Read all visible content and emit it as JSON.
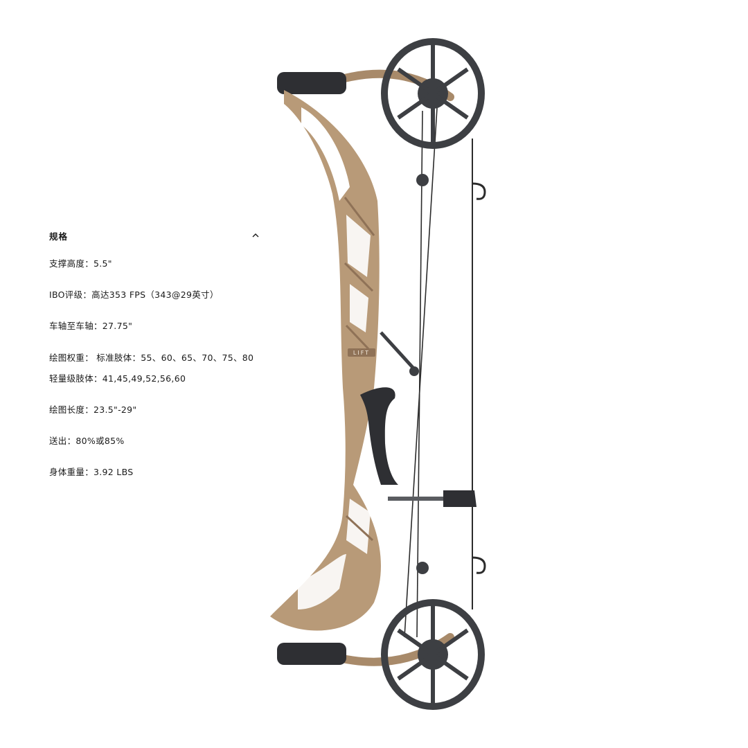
{
  "specs": {
    "title": "规格",
    "items": [
      "支撑高度：5.5\"",
      "IBO评级：高达353 FPS（343@29英寸）",
      "车轴至车轴：27.75\"",
      "绘图权重： 标准肢体：55、60、65、70、75、80",
      "轻量级肢体：41,45,49,52,56,60",
      "绘图长度：23.5\"-29\"",
      "送出：80%或85%",
      "身体重量：3.92 LBS"
    ]
  },
  "product": {
    "riser_label": "LIFT",
    "colors": {
      "riser": "#b89a78",
      "riser_shadow": "#8f7257",
      "cam": "#3d3f43",
      "limb": "#a88a6a",
      "string": "#2b2b2b",
      "grip": "#2e2f33"
    }
  }
}
